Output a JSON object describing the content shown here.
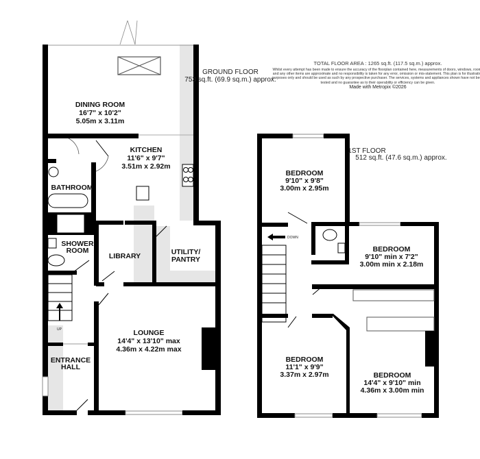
{
  "summary": {
    "total_area": "TOTAL FLOOR AREA : 1265 sq.ft. (117.5 sq.m.) approx.",
    "disclaimer": "Whilst every attempt has been made to ensure the accuracy of the floorplan contained here, measurements of doors, windows, rooms and any other items are approximate and no responsibility is taken for any error, omission or mis-statement. This plan is for illustrative purposes only and should be used as such by any prospective purchaser. The services, systems and appliances shown have not been tested and no guarantee as to their operability or efficiency can be given.",
    "made_with": "Made with Metropix ©2026"
  },
  "ground_floor": {
    "title": "GROUND FLOOR",
    "area": "753 sq.ft. (69.9 sq.m.) approx.",
    "stairs_label": "UP",
    "rooms": [
      {
        "name": "DINING ROOM",
        "imperial": "16'7\"  x 10'2\"",
        "metric": "5.05m  x 3.11m"
      },
      {
        "name": "KITCHEN",
        "imperial": "11'6\"  x 9'7\"",
        "metric": "3.51m  x 2.92m"
      },
      {
        "name": "BATHROOM"
      },
      {
        "name": "SHOWER",
        "name2": "ROOM"
      },
      {
        "name": "LIBRARY"
      },
      {
        "name": "UTILITY/",
        "name2": "PANTRY"
      },
      {
        "name": "LOUNGE",
        "imperial": "14'4\"  x 13'10\" max",
        "metric": "4.36m  x 4.22m max"
      },
      {
        "name": "ENTRANCE",
        "name2": "HALL"
      }
    ]
  },
  "first_floor": {
    "title": "1ST FLOOR",
    "area": "512 sq.ft. (47.6 sq.m.) approx.",
    "stairs_label": "DOWN",
    "rooms": [
      {
        "name": "BEDROOM",
        "imperial": "9'10\"  x 9'8\"",
        "metric": "3.00m  x 2.95m"
      },
      {
        "name": "BEDROOM",
        "imperial": "9'10\" min x 7'2\"",
        "metric": "3.00m min x 2.18m"
      },
      {
        "name": "BEDROOM",
        "imperial": "11'1\"  x 9'9\"",
        "metric": "3.37m  x 2.97m"
      },
      {
        "name": "BEDROOM",
        "imperial": "14'4\"  x 9'10\" min",
        "metric": "4.36m  x 3.00m min"
      }
    ]
  },
  "colors": {
    "wall": "#000000",
    "floor_shade": "#e6e6e6"
  }
}
